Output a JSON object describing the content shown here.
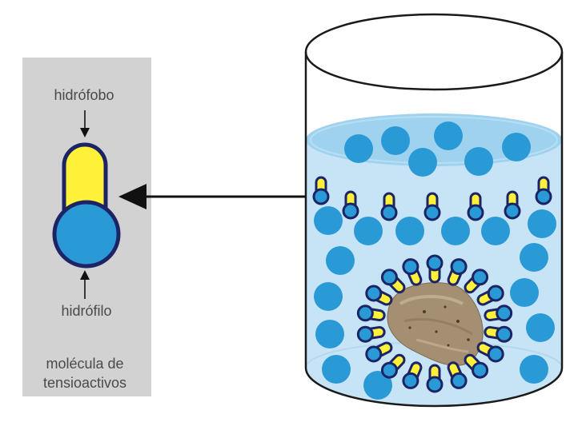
{
  "legend": {
    "top_label": "hidrófobo",
    "bottom_label": "hidrófilo",
    "caption_line1": "molécula de",
    "caption_line2": "tensioactivos"
  },
  "colors": {
    "panel": "#d2d2d2",
    "water": "#c7e4f6",
    "water_surface": "#9fd2ee",
    "water_molecule": "#2a9ad6",
    "hydrophobic_tail": "#fff03a",
    "outline": "#1d2465",
    "arrow": "#111111",
    "dirt": "#a58f72"
  },
  "icons": {
    "arrow": "left-arrow-icon",
    "dirt": "dirt-particle-icon",
    "container": "beaker-icon"
  }
}
